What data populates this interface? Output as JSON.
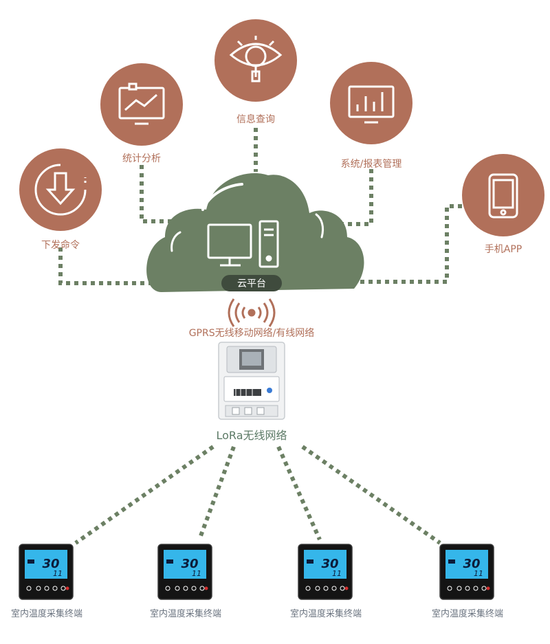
{
  "cloud": {
    "label": "云平台"
  },
  "functions": [
    {
      "label": "下发命令",
      "icon": "download-icon"
    },
    {
      "label": "统计分析",
      "icon": "line-chart-monitor-icon"
    },
    {
      "label": "信息查询",
      "icon": "eye-magnifier-icon"
    },
    {
      "label": "系统/报表管理",
      "icon": "bar-chart-monitor-icon"
    },
    {
      "label": "手机APP",
      "icon": "smartphone-icon"
    }
  ],
  "network": {
    "gprs_label": "GPRS无线移动网络/有线网络",
    "lora_label": "LoRa无线网络"
  },
  "terminals": [
    {
      "label": "室内温度采集终端",
      "display_temp": "30",
      "display_set": "11"
    },
    {
      "label": "室内温度采集终端",
      "display_temp": "30",
      "display_set": "11"
    },
    {
      "label": "室内温度采集终端",
      "display_temp": "30",
      "display_set": "11"
    },
    {
      "label": "室内温度采集终端",
      "display_temp": "30",
      "display_set": "11"
    }
  ],
  "colors": {
    "function_circle": "#b1705a",
    "cloud": "#6c8064",
    "dotted_line": "#6c8064",
    "lcd": "#35b6ea"
  }
}
